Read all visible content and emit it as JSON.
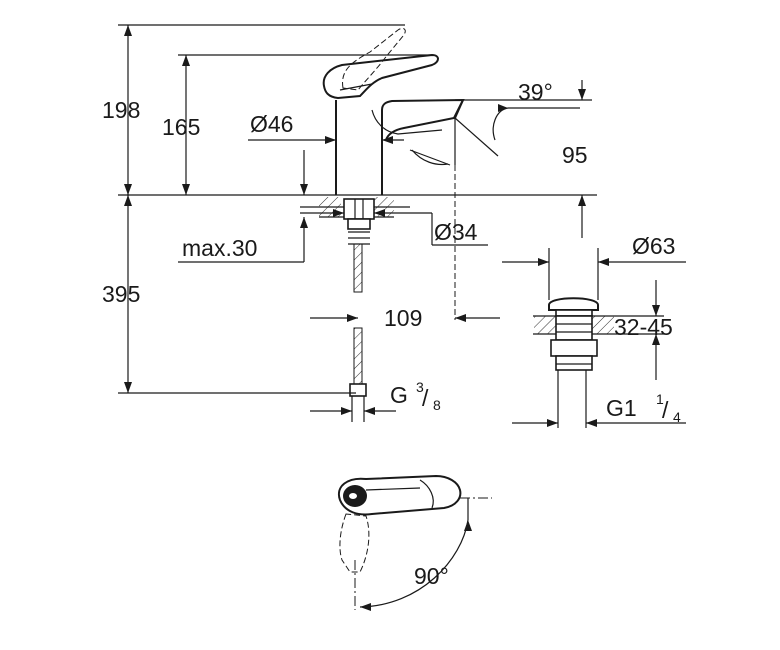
{
  "dimensions": {
    "overall_height": "198",
    "spout_height": "165",
    "body_diameter": "Ø46",
    "lever_angle": "39°",
    "spout_outlet_height": "95",
    "hole_diameter": "Ø34",
    "max_thickness": "max.30",
    "below_deck_length": "395",
    "spout_reach": "109",
    "connection_thread": "G",
    "connection_thread_num": "3",
    "connection_thread_sep": "/",
    "connection_thread_den": "8",
    "waste_diameter": "Ø63",
    "waste_range": "32-45",
    "waste_thread": "G1",
    "waste_thread_num": "1",
    "waste_thread_sep": "/",
    "waste_thread_den": "4",
    "rotation_angle": "90°"
  },
  "icons": [
    "faucet-side-view",
    "pop-up-waste-drain",
    "faucet-top-view"
  ]
}
